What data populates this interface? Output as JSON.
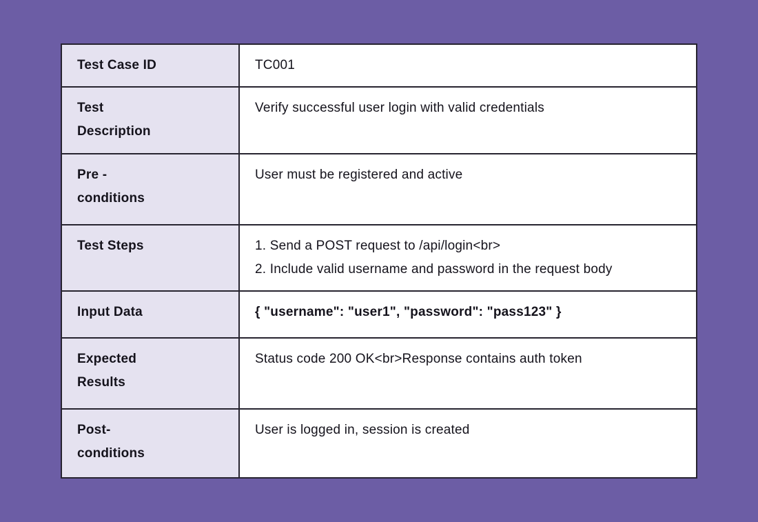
{
  "page": {
    "background_color": "#6C5DA5"
  },
  "table": {
    "border_color": "#26232F",
    "label_bg_color": "#E5E2F0",
    "value_bg_color": "#FFFFFF",
    "rows": [
      {
        "label": "Test Case ID",
        "value": "TC001"
      },
      {
        "label": "Test\nDescription",
        "value": "Verify successful user login with valid credentials"
      },
      {
        "label": "Pre -\nconditions",
        "value": "User must be registered and active"
      },
      {
        "label": "Test Steps",
        "value": "1. Send a POST request to /api/login<br>\n2. Include valid username and password in the request body"
      },
      {
        "label": "Input Data",
        "value": "{ \"username\": \"user1\", \"password\": \"pass123\" }"
      },
      {
        "label": "Expected\nResults",
        "value": "Status code 200 OK<br>Response contains auth token"
      },
      {
        "label": "Post-\nconditions",
        "value": "User is logged in, session is created"
      }
    ]
  }
}
